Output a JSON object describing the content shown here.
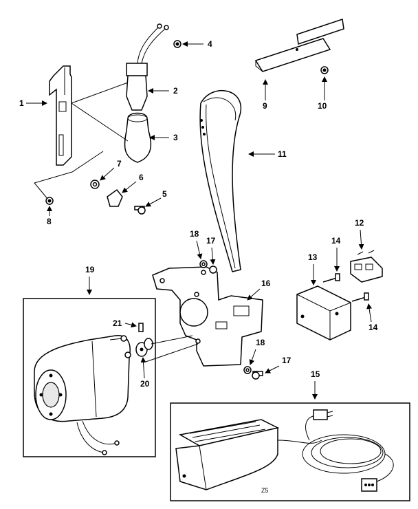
{
  "callouts": {
    "c1": "1",
    "c2": "2",
    "c3": "3",
    "c4": "4",
    "c5": "5",
    "c6": "6",
    "c7": "7",
    "c8": "8",
    "c9": "9",
    "c10": "10",
    "c11": "11",
    "c12": "12",
    "c13": "13",
    "c14a": "14",
    "c14b": "14",
    "c15": "15",
    "c16": "16",
    "c17a": "17",
    "c17b": "17",
    "c18a": "18",
    "c18b": "18",
    "c19": "19",
    "c20": "20",
    "c21": "21"
  },
  "inset_code": "Z5"
}
